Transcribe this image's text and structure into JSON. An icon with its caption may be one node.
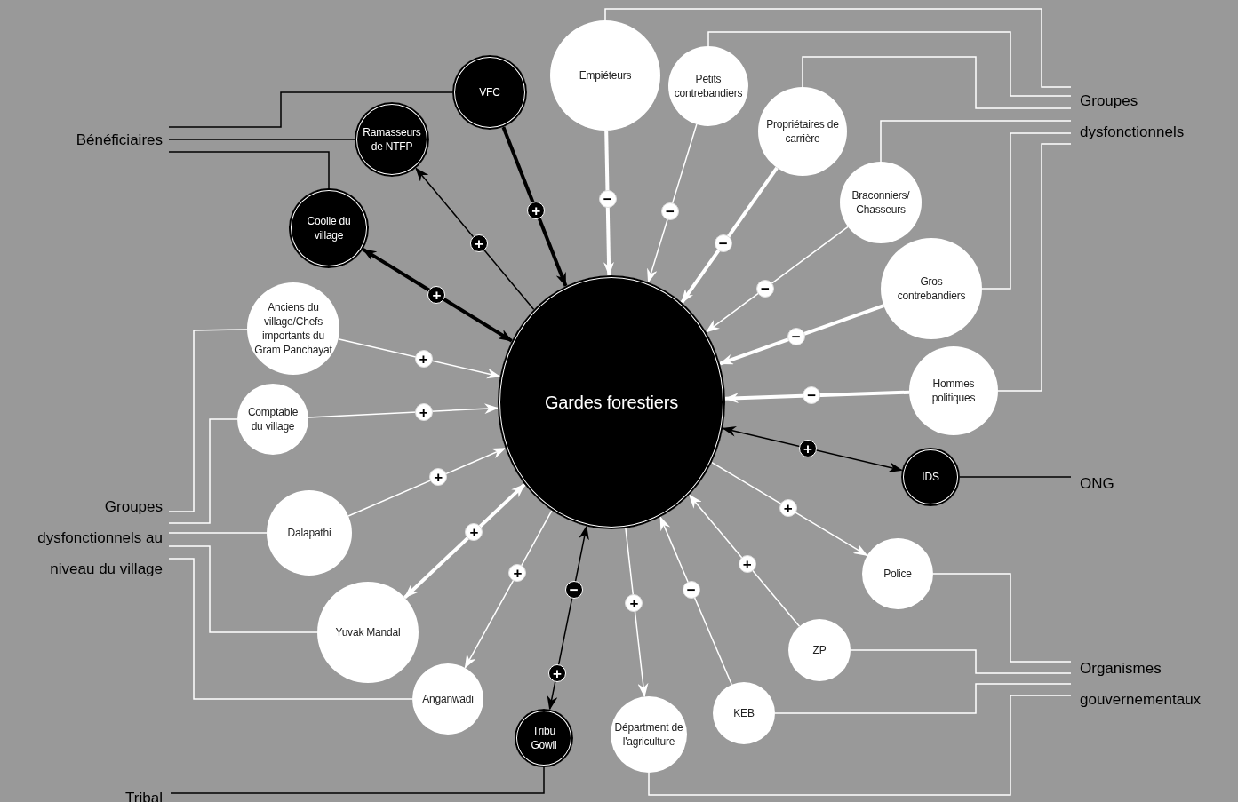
{
  "diagram": {
    "nodes": [
      {
        "text": [
          "Gardes forestiers"
        ]
      },
      {
        "text": [
          "VFC"
        ]
      },
      {
        "text": [
          "Ramasseurs de NTFP"
        ]
      },
      {
        "text": [
          "Coolie du village"
        ]
      },
      {
        "text": [
          "Empiéteurs"
        ]
      },
      {
        "text": [
          "Petits contrebandiers"
        ]
      },
      {
        "text": [
          "Propriétaires de carrière"
        ]
      },
      {
        "text": [
          "Braconniers/ Chasseurs"
        ]
      },
      {
        "text": [
          "Gros contrebandiers"
        ]
      },
      {
        "text": [
          "Hommes politiques"
        ]
      },
      {
        "text": [
          "IDS"
        ]
      },
      {
        "text": [
          "Police"
        ]
      },
      {
        "text": [
          "ZP"
        ]
      },
      {
        "text": [
          "KEB"
        ]
      },
      {
        "text": [
          "Départment de l'agriculture"
        ]
      },
      {
        "text": [
          "Tribu Gowli"
        ]
      },
      {
        "text": [
          "Anganwadi"
        ]
      },
      {
        "text": [
          "Yuvak Mandal"
        ]
      },
      {
        "text": [
          "Dalapathi"
        ]
      },
      {
        "text": [
          "Comptable du village"
        ]
      },
      {
        "text": [
          "Anciens du village/Chefs importants du Gram Panchayat"
        ]
      },
      {
        "text": [
          "Bénéficiaires"
        ]
      },
      {
        "text": [
          "Groupes dysfonctionnels"
        ]
      },
      {
        "text": [
          "ONG"
        ]
      },
      {
        "text": [
          "Organismes gouvernementaux"
        ]
      },
      {
        "text": [
          "Groupes dysfonctionnels au niveau du village"
        ]
      },
      {
        "text": [
          "Tribal"
        ]
      }
    ],
    "edges": [
      {
        "from": 1,
        "to": 0,
        "arrow": "to",
        "label": "+",
        "style": "thick",
        "color": "#000000"
      },
      {
        "from": 0,
        "to": 2,
        "arrow": "to",
        "label": "+",
        "color": "#000000"
      },
      {
        "from": 3,
        "to": 0,
        "arrow": "both",
        "label": "+",
        "style": "thick",
        "color": "#000000"
      },
      {
        "from": 4,
        "to": 0,
        "arrow": "to",
        "label": "−",
        "style": "thick"
      },
      {
        "from": 5,
        "to": 0,
        "arrow": "to",
        "label": "−"
      },
      {
        "from": 6,
        "to": 0,
        "arrow": "to",
        "label": "−",
        "style": "thick"
      },
      {
        "from": 7,
        "to": 0,
        "arrow": "to",
        "label": "−"
      },
      {
        "from": 8,
        "to": 0,
        "arrow": "to",
        "label": "−",
        "style": "thick"
      },
      {
        "from": 9,
        "to": 0,
        "arrow": "to",
        "label": "−",
        "style": "thick"
      },
      {
        "from": 10,
        "to": 0,
        "arrow": "both",
        "label": "+",
        "color": "#000000"
      },
      {
        "from": 0,
        "to": 11,
        "arrow": "to",
        "label": "+"
      },
      {
        "from": 12,
        "to": 0,
        "arrow": "to",
        "label": "+"
      },
      {
        "from": 13,
        "to": 0,
        "arrow": "to",
        "label": "−"
      },
      {
        "from": 0,
        "to": 14,
        "arrow": "to",
        "label": "+"
      },
      {
        "from": 15,
        "to": 0,
        "arrow": "both",
        "label": "−",
        "color": "#000000"
      },
      {
        "from": 0,
        "to": 16,
        "arrow": "to",
        "label": "+"
      },
      {
        "from": 17,
        "to": 0,
        "arrow": "both",
        "label": "+",
        "style": "thick"
      },
      {
        "from": 18,
        "to": 0,
        "arrow": "to",
        "label": "+"
      },
      {
        "from": 19,
        "to": 0,
        "arrow": "to",
        "label": "+"
      },
      {
        "from": 20,
        "to": 0,
        "arrow": "to",
        "label": "+"
      },
      {
        "from": 1,
        "to": 21,
        "arrow": "none",
        "color": "#000000"
      },
      {
        "from": 2,
        "to": 21,
        "arrow": "none",
        "color": "#000000"
      },
      {
        "from": 3,
        "to": 21,
        "arrow": "none",
        "color": "#000000"
      },
      {
        "from": 4,
        "to": 22,
        "arrow": "none"
      },
      {
        "from": 5,
        "to": 22,
        "arrow": "none"
      },
      {
        "from": 6,
        "to": 22,
        "arrow": "none"
      },
      {
        "from": 7,
        "to": 22,
        "arrow": "none"
      },
      {
        "from": 8,
        "to": 22,
        "arrow": "none"
      },
      {
        "from": 9,
        "to": 22,
        "arrow": "none"
      },
      {
        "from": 10,
        "to": 23,
        "arrow": "none",
        "color": "#000000"
      },
      {
        "from": 11,
        "to": 24,
        "arrow": "none"
      },
      {
        "from": 12,
        "to": 24,
        "arrow": "none"
      },
      {
        "from": 13,
        "to": 24,
        "arrow": "none"
      },
      {
        "from": 14,
        "to": 24,
        "arrow": "none"
      },
      {
        "from": 20,
        "to": 25,
        "arrow": "none"
      },
      {
        "from": 19,
        "to": 25,
        "arrow": "none"
      },
      {
        "from": 18,
        "to": 25,
        "arrow": "none"
      },
      {
        "from": 17,
        "to": 25,
        "arrow": "none"
      },
      {
        "from": 16,
        "to": 25,
        "arrow": "none"
      },
      {
        "from": 15,
        "to": 26,
        "arrow": "none",
        "color": "#000000"
      }
    ],
    "labels": [
      "+"
    ]
  }
}
